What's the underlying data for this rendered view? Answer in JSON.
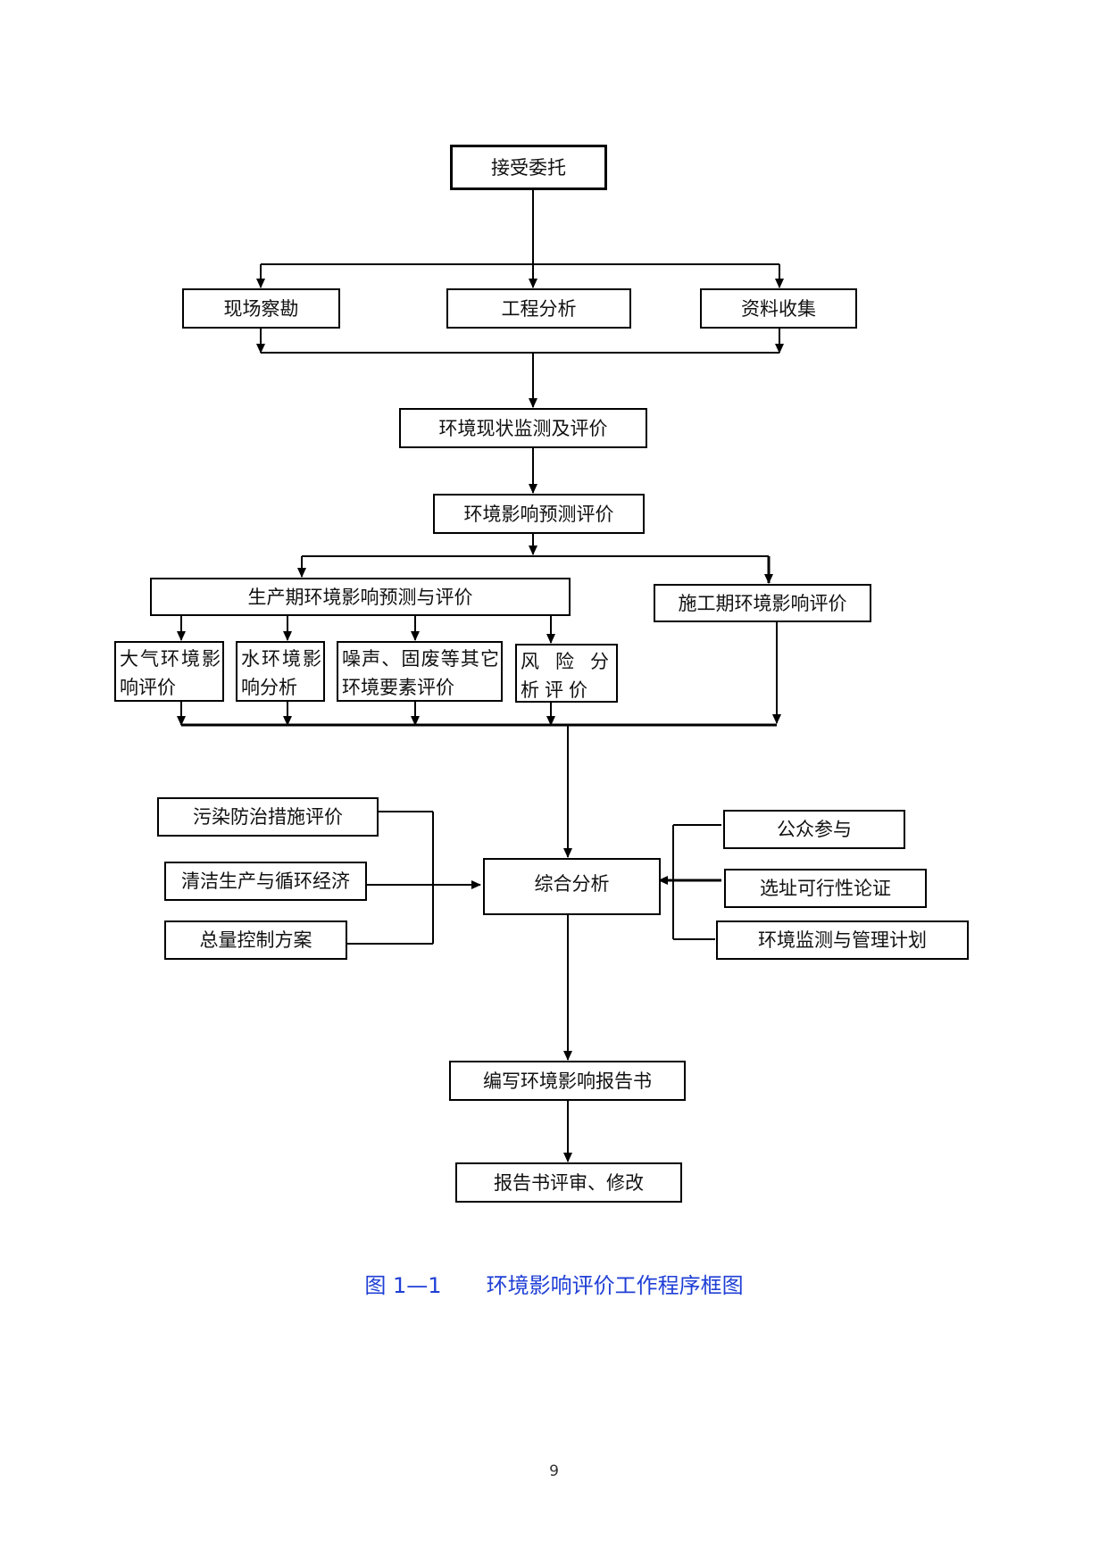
{
  "flowchart": {
    "start": "接受委托",
    "investigation": {
      "site_survey": "现场察勘",
      "engineering_analysis": "工程分析",
      "data_collection": "资料收集"
    },
    "baseline_monitoring": "环境现状监测及评价",
    "impact_prediction": "环境影响预测评价",
    "production_phase": {
      "title": "生产期环境影响预测与评价",
      "items": [
        "大气环境影响评价",
        "水环境影响分析",
        "噪声、固废等其它环境要素评价",
        "风险分析评价"
      ]
    },
    "construction_phase": "施工期环境影响评价",
    "left_inputs": [
      "污染防治措施评价",
      "清洁生产与循环经济",
      "总量控制方案"
    ],
    "synthesis": "综合分析",
    "right_inputs": [
      "公众参与",
      "选址可行性论证",
      "环境监测与管理计划"
    ],
    "write_report": "编写环境影响报告书",
    "review": "报告书评审、修改"
  },
  "caption": {
    "number": "图 1—1",
    "title": "环境影响评价工作程序框图"
  },
  "page_number": "9",
  "colors": {
    "caption": "#1f3fd6",
    "line": "#000000"
  }
}
